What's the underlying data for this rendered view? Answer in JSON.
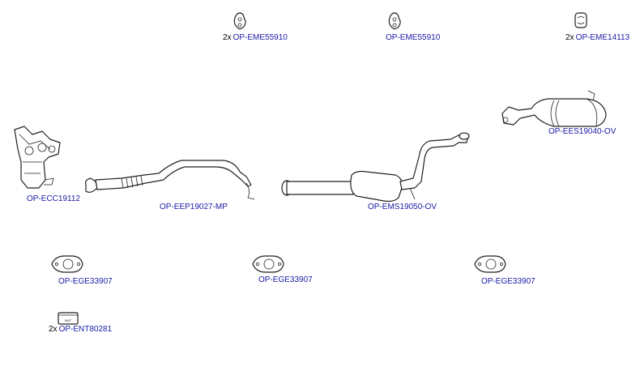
{
  "parts": [
    {
      "id": "hanger-1",
      "qty": "2x",
      "code": "OP-EME55910",
      "icon": "rubber-hanger-icon"
    },
    {
      "id": "hanger-2",
      "qty": "",
      "code": "OP-EME55910",
      "icon": "rubber-hanger-icon"
    },
    {
      "id": "hanger-3",
      "qty": "2x",
      "code": "OP-EME14113",
      "icon": "rubber-mount-icon"
    },
    {
      "id": "catalyst",
      "qty": "",
      "code": "OP-ECC19112",
      "icon": "catalytic-converter-icon"
    },
    {
      "id": "front-pipe",
      "qty": "",
      "code": "OP-EEP19027-MP",
      "icon": "front-pipe-icon"
    },
    {
      "id": "centre-silencer",
      "qty": "",
      "code": "OP-EMS19050-OV",
      "icon": "centre-silencer-icon"
    },
    {
      "id": "rear-silencer",
      "qty": "",
      "code": "OP-EES19040-OV",
      "icon": "rear-silencer-icon"
    },
    {
      "id": "gasket-1",
      "qty": "",
      "code": "OP-EGE33907",
      "icon": "gasket-icon"
    },
    {
      "id": "gasket-2",
      "qty": "",
      "code": "OP-EGE33907",
      "icon": "gasket-icon"
    },
    {
      "id": "gasket-3",
      "qty": "",
      "code": "OP-EGE33907",
      "icon": "gasket-icon"
    },
    {
      "id": "fitting-kit",
      "qty": "2x",
      "code": "OP-ENT80281",
      "icon": "fitting-kit-icon",
      "box_text": "NUT"
    }
  ],
  "colors": {
    "code": "#1a1aa6",
    "line": "#222222"
  }
}
